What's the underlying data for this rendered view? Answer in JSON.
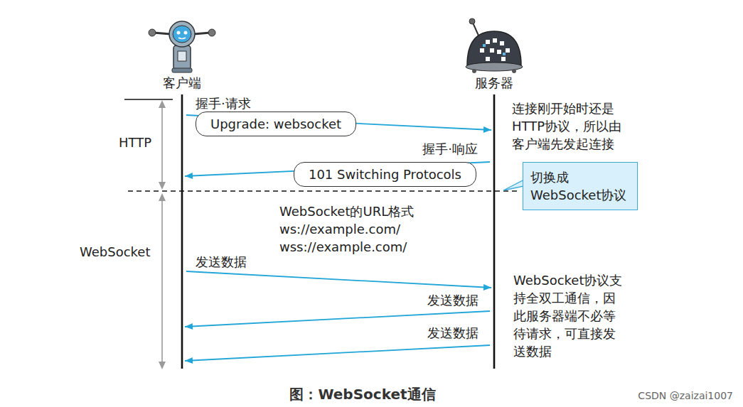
{
  "diagram": {
    "caption": "图：WebSocket通信",
    "nodes": [
      {
        "text": [
          "客户端"
        ]
      },
      {
        "text": [
          "服务器"
        ]
      },
      {
        "text": [
          "Upgrade: websocket"
        ]
      },
      {
        "text": [
          "101 Switching Protocols"
        ]
      },
      {
        "text": [
          "切换成 WebSocket协议"
        ]
      }
    ],
    "edges": [
      {
        "from": 0,
        "to": 1,
        "label": "握手·请求",
        "arrow": "to"
      },
      {
        "from": 1,
        "to": 0,
        "label": "握手·响应",
        "arrow": "to"
      },
      {
        "from": 0,
        "to": 1,
        "label": "发送数据",
        "arrow": "to"
      },
      {
        "from": 1,
        "to": 0,
        "label": "发送数据",
        "arrow": "to"
      },
      {
        "from": 1,
        "to": 0,
        "label": "发送数据",
        "arrow": "to"
      }
    ],
    "labels": [
      "HTTP",
      "WebSocket",
      "连接刚开始时还是 HTTP协议，所以由 客户端先发起连接",
      "WebSocket的URL格式 ws://example.com/ wss://example.com/",
      "WebSocket协议支 持全双工通信，因 此服务器端不必等 待请求，可直接发 送数据",
      "CSDN @zaizai1007"
    ]
  }
}
